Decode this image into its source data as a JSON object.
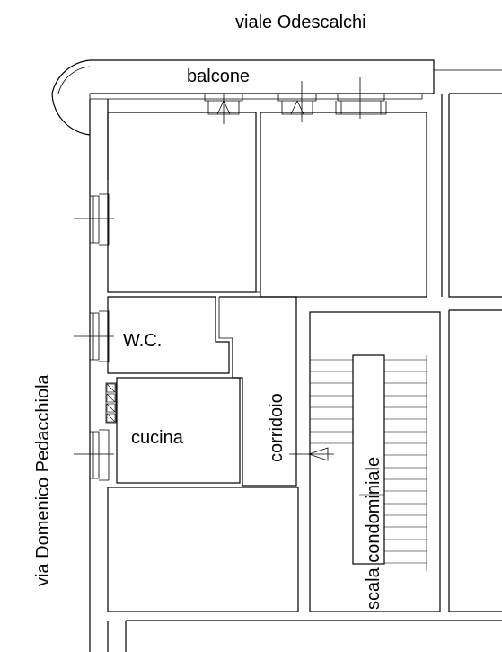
{
  "labels": {
    "street_top": "viale Odescalchi",
    "street_left": "via Domenico Pedacchiola",
    "balcony": "balcone",
    "wc": "W.C.",
    "kitchen": "cucina",
    "corridor": "corridoio",
    "stairs": "scala condominiale"
  },
  "colors": {
    "line": "#000000",
    "background": "#ffffff"
  }
}
